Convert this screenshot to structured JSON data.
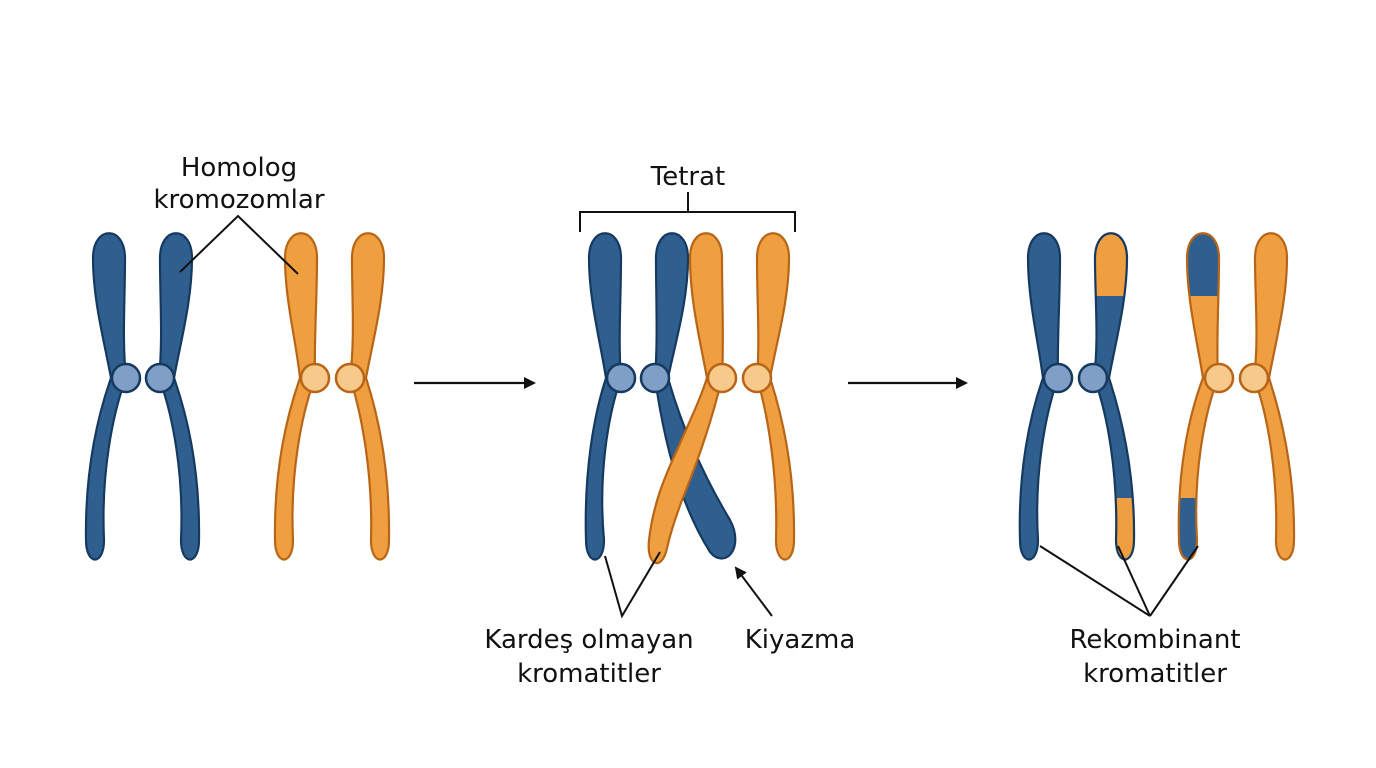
{
  "colors": {
    "blue_fill": "#2f5f8f",
    "blue_stroke": "#163a5f",
    "blue_centromere": "#7f9fc6",
    "orange_fill": "#ef9f3f",
    "orange_stroke": "#b86518",
    "orange_centromere": "#f7c98a",
    "ink": "#111111"
  },
  "labels": {
    "homolog_line1": "Homolog",
    "homolog_line2": "kromozomlar",
    "tetrat": "Tetrat",
    "nonsister_line1": "Kardeş olmayan",
    "nonsister_line2": "kromatitler",
    "chiasma": "Kiyazma",
    "recombinant_line1": "Rekombinant",
    "recombinant_line2": "kromatitler"
  },
  "stages": [
    {
      "id": "homologs",
      "chromosomes": [
        "blue",
        "orange"
      ]
    },
    {
      "id": "tetrad-crossing-over",
      "chromosomes": [
        "blue",
        "orange"
      ]
    },
    {
      "id": "recombinant",
      "chromosomes": [
        "blue-with-orange-segments",
        "orange-with-blue-segments"
      ]
    }
  ]
}
